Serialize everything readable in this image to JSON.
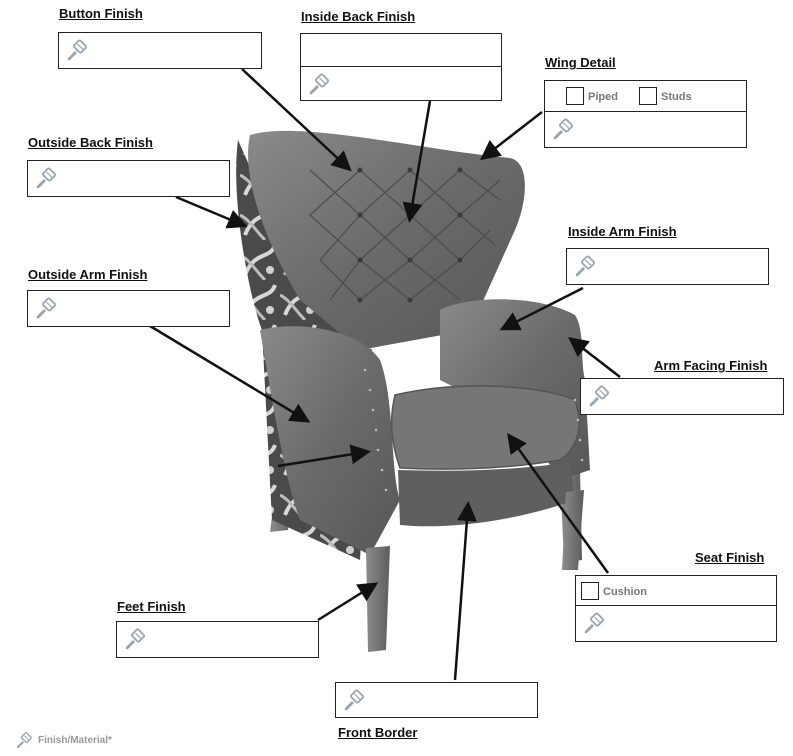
{
  "fields": {
    "button_finish": {
      "label": "Button Finish",
      "icon": "brush-icon"
    },
    "inside_back_finish": {
      "label": "Inside Back Finish",
      "icon": "brush-icon"
    },
    "wing_detail": {
      "label": "Wing Detail",
      "icon": "brush-icon",
      "options": [
        "Piped",
        "Studs"
      ]
    },
    "outside_back_finish": {
      "label": "Outside Back Finish",
      "icon": "brush-icon"
    },
    "inside_arm_finish": {
      "label": "Inside Arm Finish",
      "icon": "brush-icon"
    },
    "outside_arm_finish": {
      "label": "Outside Arm Finish",
      "icon": "brush-icon"
    },
    "arm_facing_finish": {
      "label": "Arm Facing Finish",
      "icon": "brush-icon"
    },
    "seat_finish": {
      "label": "Seat Finish",
      "icon": "brush-icon",
      "options": [
        "Cushion"
      ]
    },
    "feet_finish": {
      "label": "Feet Finish",
      "icon": "brush-icon"
    },
    "front_border": {
      "label": "Front Border",
      "icon": "brush-icon"
    }
  },
  "legend": {
    "icon": "brush-icon",
    "text": "Finish/Material*"
  },
  "colors": {
    "arrow": "#111111",
    "box_border": "#222222",
    "icon_gray": "#9aa4ad",
    "chair_leather": "#6e6e6e",
    "chair_wood": "#7a7a7a"
  }
}
